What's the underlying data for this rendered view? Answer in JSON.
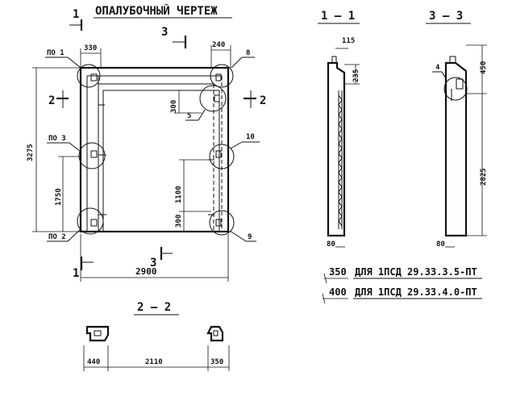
{
  "title": "ОПАЛУБОЧНЫЙ ЧЕРТЕЖ",
  "sections": {
    "s11": "1 — 1",
    "s33": "3 — 3",
    "s22": "2 — 2"
  },
  "marks": {
    "m1_top": "1",
    "m1_bot": "1",
    "m2_left": "2",
    "m2_right": "2",
    "m3_top": "3",
    "m3_bot": "3"
  },
  "callouts": {
    "po1": "ПО 1",
    "po2": "ПО 2",
    "po3": "ПО 3",
    "n4": "4",
    "n5": "5",
    "n8": "8",
    "n9": "9",
    "n10": "10"
  },
  "dims": {
    "d330": "330",
    "d240": "240",
    "d3275": "3275",
    "d1750": "1750",
    "d300a": "300",
    "d1100": "1100",
    "d300b": "300",
    "d2900": "2900",
    "d115": "115",
    "d235": "235",
    "d450": "450",
    "d2825": "2825",
    "d80a": "80",
    "d80b": "80",
    "d440": "440",
    "d2110": "2110",
    "d350b": "350"
  },
  "legend": {
    "row1_dim": "350",
    "row1_text": "ДЛЯ  1ПСД 29.33.3.5-ПТ",
    "row2_dim": "400",
    "row2_text": "ДЛЯ  1ПСД 29.33.4.0-ПТ"
  }
}
